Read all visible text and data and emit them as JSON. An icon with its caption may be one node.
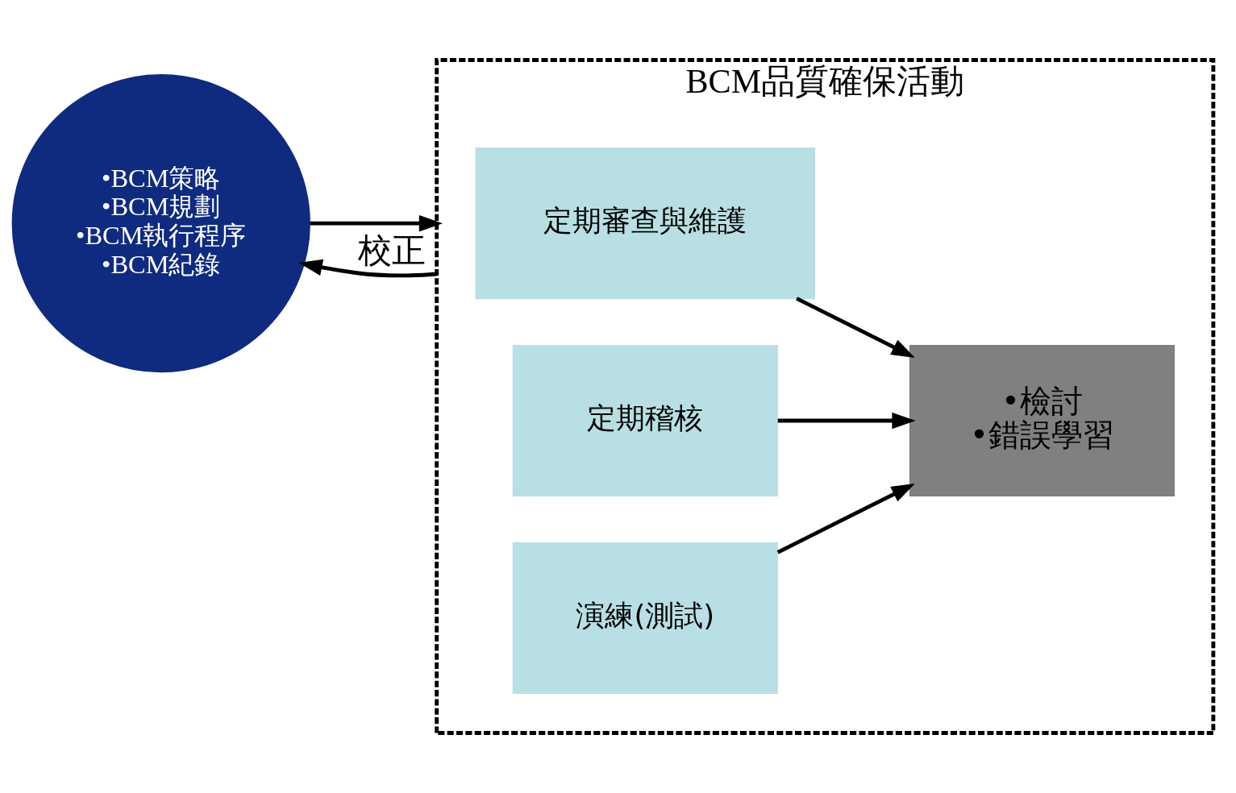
{
  "diagram": {
    "nodes": [
      {
        "text": [
          "•BCM策略",
          "•BCM規劃",
          "•BCM執行程序",
          "•BCM紀錄"
        ]
      },
      {
        "text": [
          "BCM品質確保活動"
        ]
      },
      {
        "text": [
          "定期審查與維護"
        ],
        "in": 1
      },
      {
        "text": [
          "定期稽核"
        ],
        "in": 1
      },
      {
        "text": [
          "演練(測試)"
        ],
        "in": 1
      },
      {
        "text": [
          "•檢討",
          "•錯誤學習"
        ],
        "in": 1
      }
    ],
    "edges": [
      {
        "from": 0,
        "to": 1,
        "arrow": "to"
      },
      {
        "from": 2,
        "to": 5,
        "arrow": "to"
      },
      {
        "from": 3,
        "to": 5,
        "arrow": "to"
      },
      {
        "from": 4,
        "to": 5,
        "arrow": "to"
      },
      {
        "from": 1,
        "to": 0,
        "arrow": "to",
        "label": "校正"
      }
    ]
  }
}
